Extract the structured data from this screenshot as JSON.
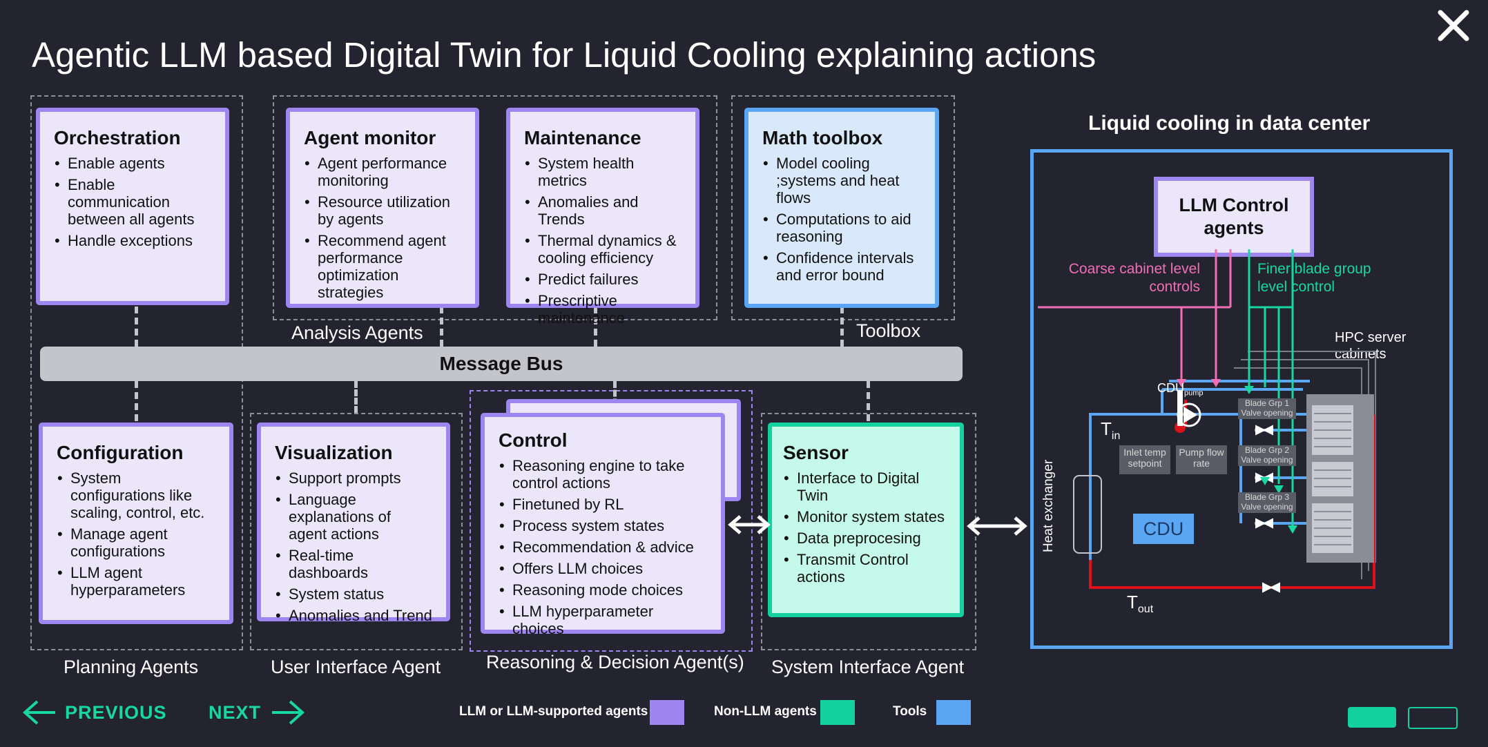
{
  "title": "Agentic LLM based Digital Twin for Liquid Cooling explaining actions",
  "colors": {
    "background": "#23242f",
    "llm_agent": "#9d86ef",
    "llm_agent_fill": "#ece6fb",
    "non_llm_agent": "#12d19e",
    "non_llm_agent_fill": "#c5f9ea",
    "tools": "#5ba6f2",
    "tools_fill": "#d9e9fb",
    "message_bus": "#c4c5cb",
    "coarse_control": "#f06fb4",
    "fine_control": "#16d8a0",
    "hot_line": "#e0101a",
    "cold_line": "#5ba6f2"
  },
  "message_bus": "Message Bus",
  "groups": {
    "analysis": "Analysis Agents",
    "toolbox": "Toolbox",
    "planning": "Planning Agents",
    "user_interface": "User Interface Agent",
    "reasoning": "Reasoning & Decision Agent(s)",
    "system_interface": "System Interface Agent"
  },
  "cards": {
    "orchestration": {
      "title": "Orchestration",
      "items": [
        "Enable agents",
        "Enable communication between all agents",
        "Handle exceptions"
      ]
    },
    "agent_monitor": {
      "title": "Agent monitor",
      "items": [
        "Agent performance monitoring",
        "Resource utilization by agents",
        "Recommend agent performance optimization strategies"
      ]
    },
    "maintenance": {
      "title": "Maintenance",
      "items": [
        "System health metrics",
        "Anomalies and Trends",
        "Thermal dynamics & cooling efficiency",
        "Predict failures",
        "Prescriptive maintenance"
      ]
    },
    "math_toolbox": {
      "title": "Math toolbox",
      "items": [
        "Model cooling ;systems and heat flows",
        "Computations to aid reasoning",
        "Confidence intervals and error bound"
      ]
    },
    "configuration": {
      "title": "Configuration",
      "items": [
        "System configurations like scaling, control, etc.",
        "Manage agent configurations",
        "LLM agent hyperparameters"
      ]
    },
    "visualization": {
      "title": "Visualization",
      "items": [
        "Support prompts",
        "Language explanations of agent actions",
        "Real-time dashboards",
        "System status",
        "Anomalies and Trend"
      ]
    },
    "control": {
      "title": "Control",
      "items": [
        "Reasoning engine to take control actions",
        "Finetuned by RL",
        "Process system states",
        "Recommendation & advice",
        "Offers LLM choices",
        "Reasoning mode choices",
        "LLM hyperparameter choices"
      ]
    },
    "sensor": {
      "title": "Sensor",
      "items": [
        "Interface to Digital Twin",
        "Monitor system states",
        "Data preprocesing",
        "Transmit Control actions"
      ]
    }
  },
  "liquid_cooling": {
    "title": "Liquid cooling in data center",
    "llm_control": [
      "LLM Control",
      "agents"
    ],
    "coarse_label": [
      "Coarse cabinet level",
      "controls"
    ],
    "fine_label": [
      "Finer blade group",
      "level control"
    ],
    "hpc_label": [
      "HPC server",
      "cabinets"
    ],
    "cdu_pump": "CDU",
    "cdu_pump_sub": "pump",
    "t_in": "T",
    "t_in_sub": "in",
    "t_out": "T",
    "t_out_sub": "out",
    "inlet_temp": [
      "Inlet temp",
      "setpoint"
    ],
    "pump_flow": [
      "Pump flow",
      "rate"
    ],
    "blade_groups": [
      [
        "Blade Grp 1",
        "Valve opening"
      ],
      [
        "Blade Grp 2",
        "Valve opening"
      ],
      [
        "Blade Grp 3",
        "Valve opening"
      ]
    ],
    "cdu": "CDU",
    "heat_exchanger": "Heat exchanger"
  },
  "nav": {
    "previous": "PREVIOUS",
    "next": "NEXT"
  },
  "legend": {
    "llm": "LLM or LLM-supported agents",
    "non_llm": "Non-LLM agents",
    "tools": "Tools"
  },
  "icons": {
    "close": "close-icon",
    "previous": "arrow-left-icon",
    "next": "arrow-right-icon"
  }
}
